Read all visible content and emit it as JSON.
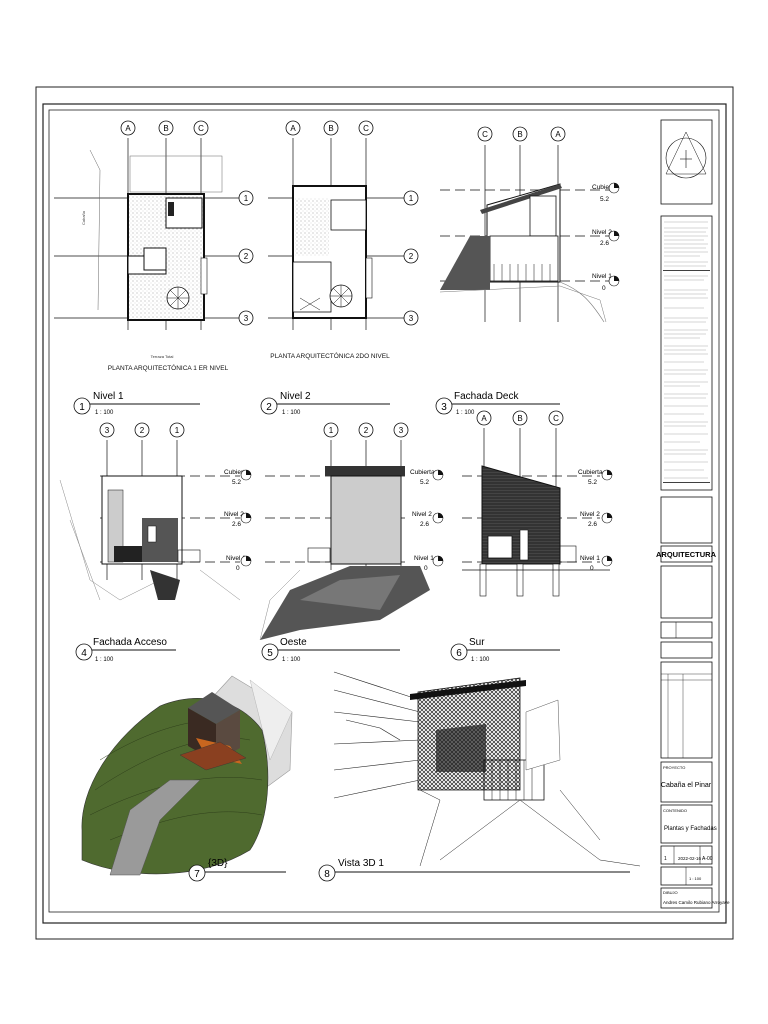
{
  "sheet": {
    "views": [
      {
        "number": "1",
        "title": "Nivel 1",
        "scale": "1 : 100"
      },
      {
        "number": "2",
        "title": "Nivel 2",
        "scale": "1 : 100"
      },
      {
        "number": "3",
        "title": "Fachada Deck",
        "scale": "1 : 100"
      },
      {
        "number": "4",
        "title": "Fachada Acceso",
        "scale": "1 : 100"
      },
      {
        "number": "5",
        "title": "Oeste",
        "scale": "1 : 100"
      },
      {
        "number": "6",
        "title": "Sur",
        "scale": "1 : 100"
      },
      {
        "number": "7",
        "title": "{3D}",
        "scale": ""
      },
      {
        "number": "8",
        "title": "Vista 3D 1",
        "scale": ""
      }
    ],
    "plan_captions": {
      "first": "PLANTA ARQUITECTÓNICA 1 ER NIVEL",
      "second": "PLANTA ARQUITECTÓNICA 2DO NIVEL"
    },
    "grid_letters": [
      "A",
      "B",
      "C"
    ],
    "grid_numbers": [
      "1",
      "2",
      "3"
    ],
    "levels": [
      {
        "name": "Cubierta",
        "elev": "5.2"
      },
      {
        "name": "Nivel 2",
        "elev": "2.6"
      },
      {
        "name": "Nivel 1",
        "elev": "0"
      }
    ]
  },
  "title_block": {
    "discipline": "ARQUITECTURA",
    "project_label": "PROYECTO",
    "project": "Cabaña el Pinar",
    "content_label": "CONTENIDO",
    "content": "Plantas y Fachadas",
    "sheet_no": "A-00",
    "date": "2022-02-16",
    "rev": "1",
    "scale": "1 : 100",
    "author_label": "DIBUJO",
    "author": "Andres Camilo Rubiano Arroyave"
  }
}
